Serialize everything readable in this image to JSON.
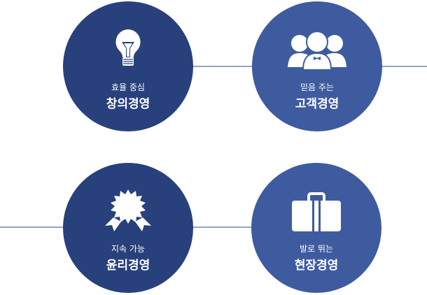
{
  "colors": {
    "dark": "#28407b",
    "light": "#3f5ba0",
    "line": "#95a3c8"
  },
  "items": [
    {
      "sub": "효율 중심",
      "title": "창의경영",
      "icon": "lightbulb-icon"
    },
    {
      "sub": "믿음 주는",
      "title": "고객경영",
      "icon": "people-icon"
    },
    {
      "sub": "지속 가능",
      "title": "윤리경영",
      "icon": "award-badge-icon"
    },
    {
      "sub": "발로 뛰는",
      "title": "현장경영",
      "icon": "briefcase-icon"
    }
  ]
}
